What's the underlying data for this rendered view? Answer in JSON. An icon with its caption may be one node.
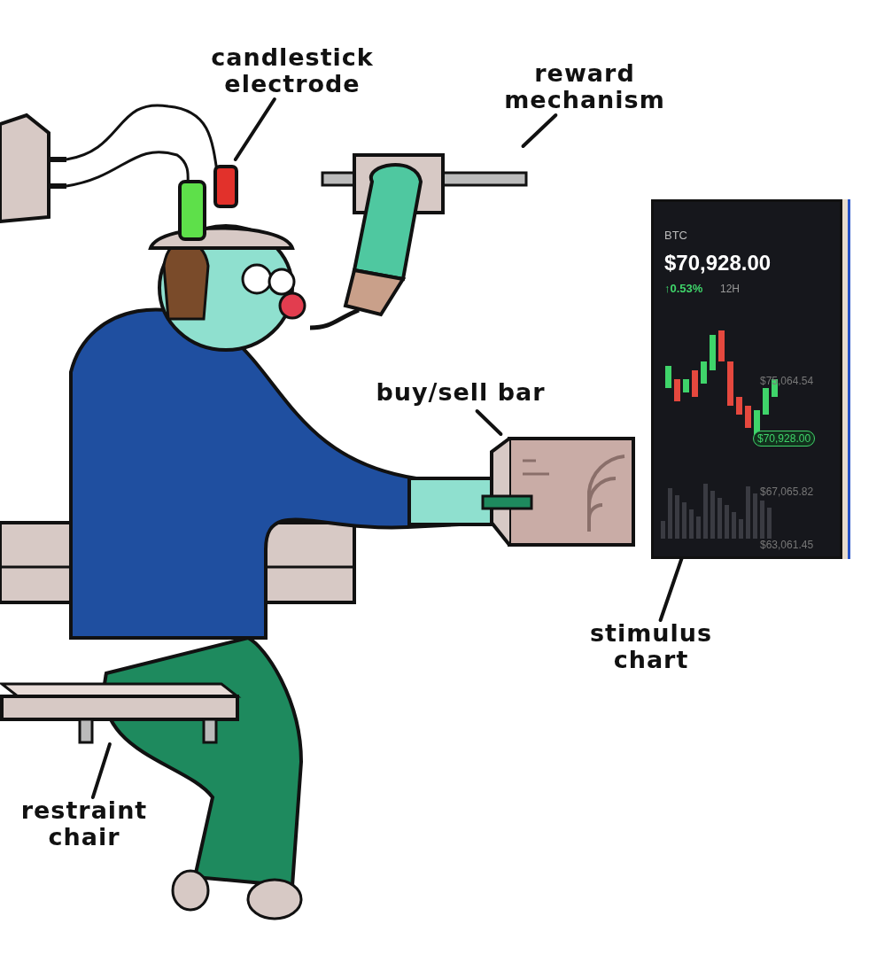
{
  "diagram": {
    "nodes": [
      {
        "text": [
          "candlestick electrode"
        ]
      },
      {
        "text": [],
        "shape": "picture"
      },
      {
        "text": [
          "reward mechanism"
        ]
      },
      {
        "text": [],
        "shape": "picture"
      },
      {
        "text": [
          "buy/sell bar"
        ]
      },
      {
        "text": [],
        "shape": "picture"
      },
      {
        "text": [
          "stimulus chart"
        ]
      },
      {
        "text": [
          "BTC",
          "$70,928.00",
          "↑0.53%",
          "12H",
          "$75,064.54",
          "$70,928.00",
          "$67,065.82",
          "$63,061.45"
        ]
      },
      {
        "text": [
          "restraint chair"
        ]
      },
      {
        "text": [],
        "shape": "picture"
      }
    ],
    "edges": [
      {
        "from": 0,
        "to": 1,
        "arrow": "none"
      },
      {
        "from": 2,
        "to": 3,
        "arrow": "none"
      },
      {
        "from": 4,
        "to": 5,
        "arrow": "none"
      },
      {
        "from": 6,
        "to": 7,
        "arrow": "none"
      },
      {
        "from": 8,
        "to": 9,
        "arrow": "none"
      }
    ]
  }
}
